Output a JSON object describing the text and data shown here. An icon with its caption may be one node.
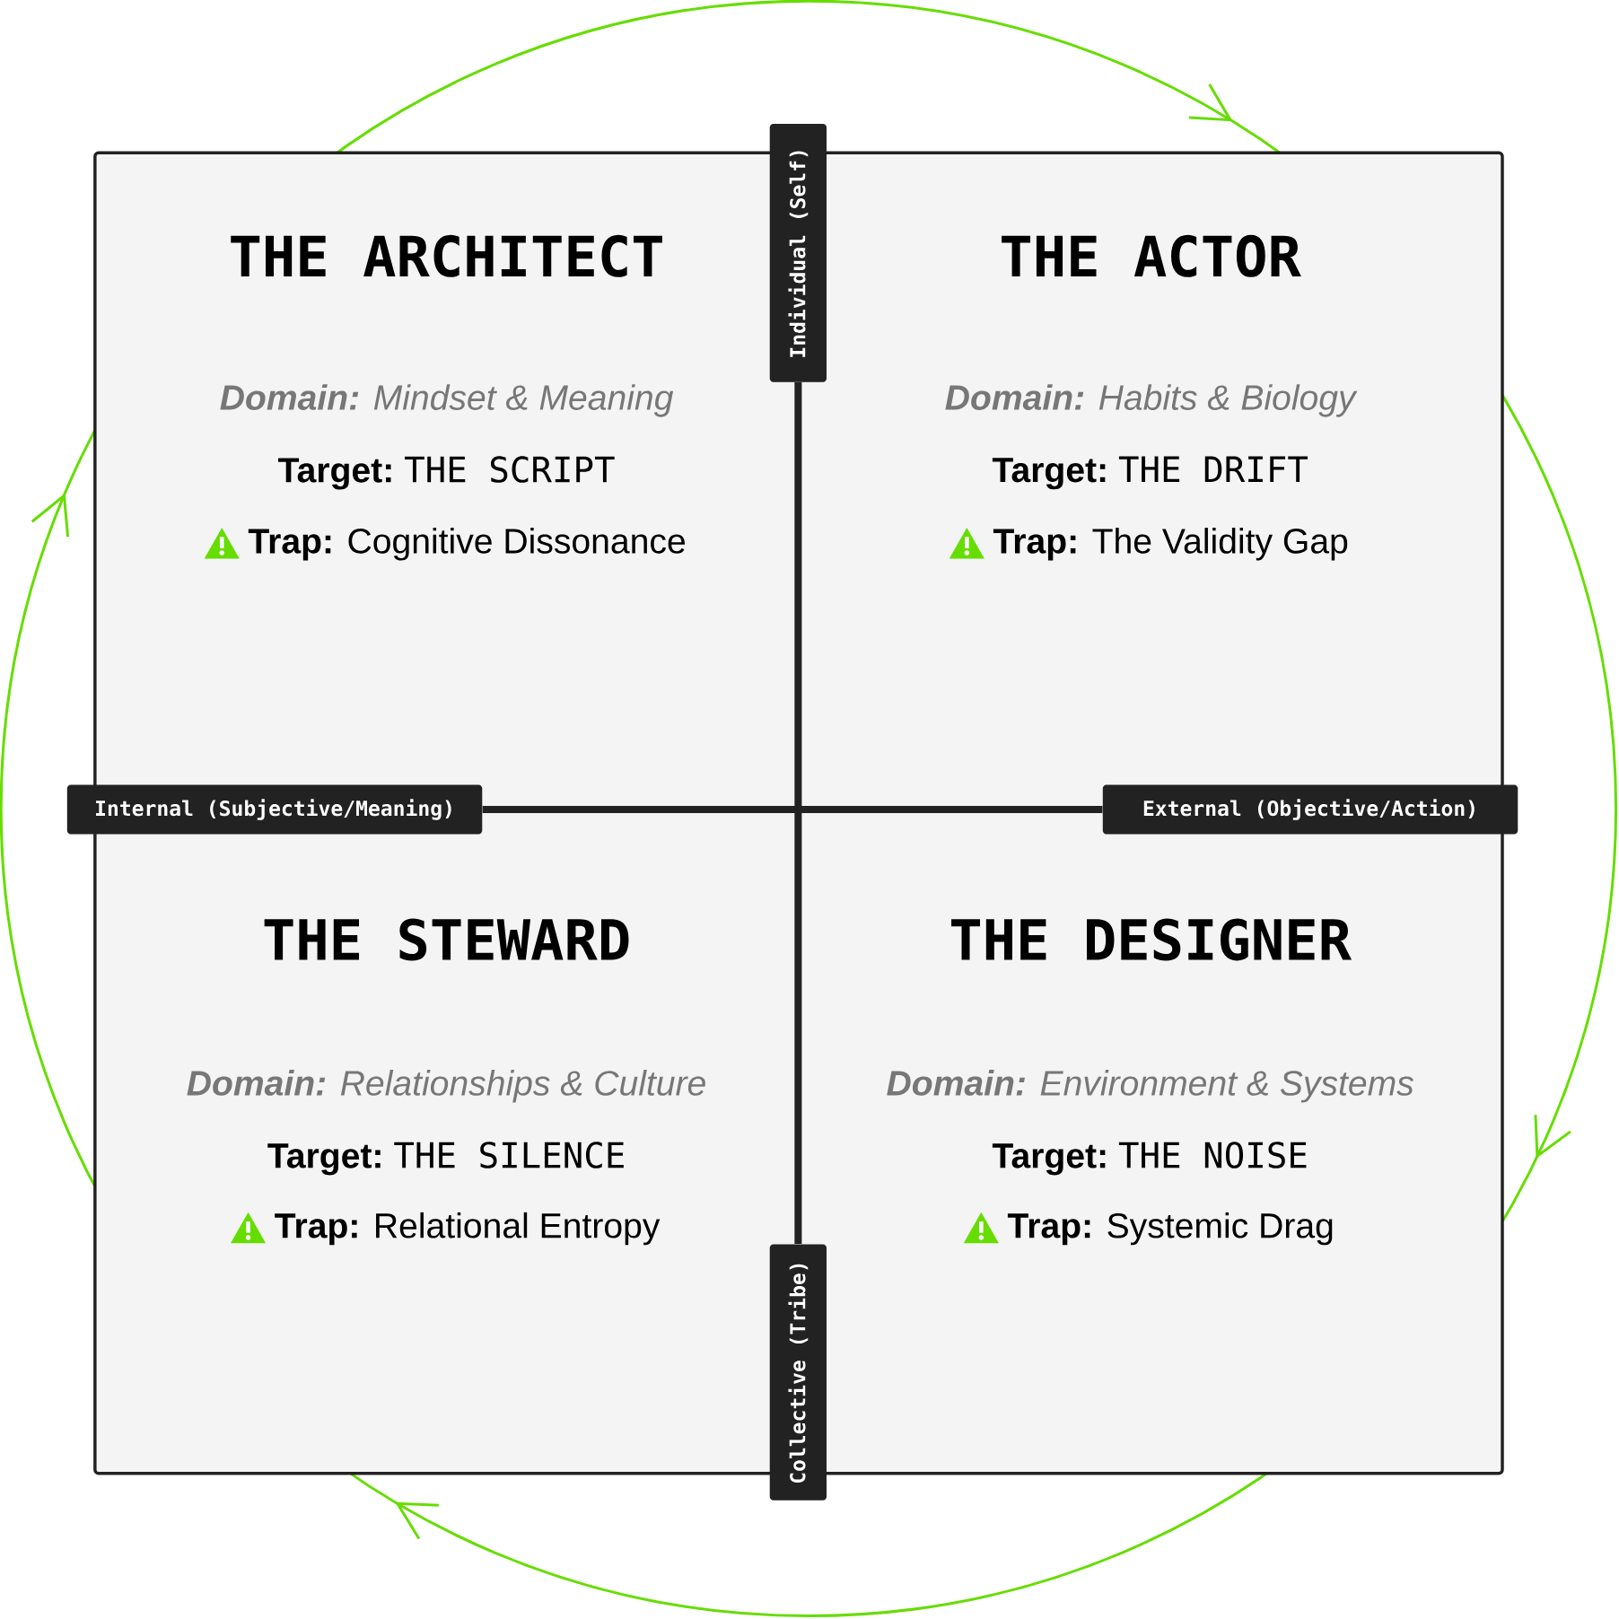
{
  "diagram": {
    "nodes": [
      {
        "text": [
          "THE ARCHITECT",
          "**Domain:** Mindset & Meaning",
          "Target:",
          "THE SCRIPT",
          "**Trap:** Cognitive Dissonance"
        ]
      },
      {
        "text": [
          "THE ACTOR",
          "**Domain:** Habits & Biology",
          "Target:",
          "THE DRIFT",
          "**Trap:** The Validity Gap"
        ]
      },
      {
        "text": [
          "THE STEWARD",
          "**Domain:** Relationships & Culture",
          "Target:",
          "THE SILENCE",
          "**Trap:** Relational Entropy"
        ]
      },
      {
        "text": [
          "THE DESIGNER",
          "**Domain:** Environment & Systems",
          "Target:",
          "THE NOISE",
          "**Trap:** Systemic Drag"
        ]
      },
      {
        "text": [
          "Individual (Self)"
        ]
      },
      {
        "text": [
          "Internal (Subjective/Meaning)"
        ]
      },
      {
        "text": [
          "External (Objective/Action)"
        ]
      },
      {
        "text": [
          "Collective (Tribe)"
        ]
      }
    ],
    "edges": [
      {
        "from": 4,
        "to": 7,
        "arrow": "none"
      },
      {
        "from": 5,
        "to": 6,
        "arrow": "none"
      }
    ]
  }
}
